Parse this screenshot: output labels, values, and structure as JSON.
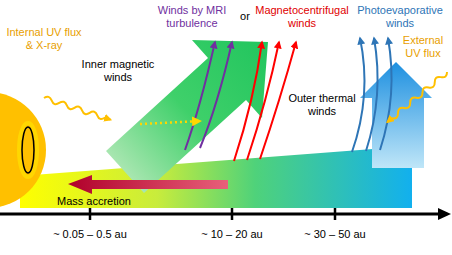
{
  "diagram": {
    "labels": [
      "Winds by MRI turbulence",
      "or",
      "Magnetocentrifugal winds",
      "Photoevaporative winds",
      "Internal UV flux & X-ray",
      "External UV flux",
      "Inner magnetic winds",
      "Outer thermal winds",
      "Mass accretion",
      "~ 0.05 – 0.5 au",
      "~ 10 – 20 au",
      "~ 30 – 50 au"
    ]
  }
}
